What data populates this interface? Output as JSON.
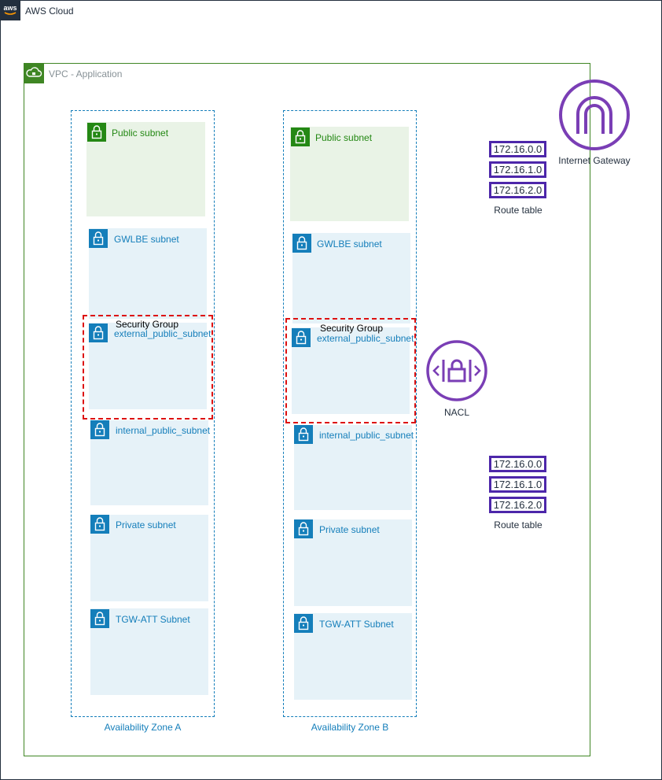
{
  "cloud": {
    "title": "AWS Cloud",
    "logo_text": "aws"
  },
  "vpc": {
    "title": "VPC - Application"
  },
  "zones": [
    {
      "label": "Availability Zone A",
      "subnets": [
        {
          "label": "Public subnet"
        },
        {
          "label": "GWLBE subnet"
        },
        {
          "label": "external_public_subnet"
        },
        {
          "label": "internal_public_subnet"
        },
        {
          "label": "Private subnet"
        },
        {
          "label": "TGW-ATT Subnet"
        }
      ],
      "security_group": "Security Group"
    },
    {
      "label": "Availability Zone B",
      "subnets": [
        {
          "label": "Public subnet"
        },
        {
          "label": "GWLBE subnet"
        },
        {
          "label": "external_public_subnet"
        },
        {
          "label": "internal_public_subnet"
        },
        {
          "label": "Private subnet"
        },
        {
          "label": "TGW-ATT Subnet"
        }
      ],
      "security_group": "Security Group"
    }
  ],
  "internet_gateway": {
    "label": "Internet Gateway",
    "icon": "internet-gateway-icon"
  },
  "nacl": {
    "label": "NACL",
    "icon": "nacl-icon"
  },
  "route_tables": [
    {
      "caption": "Route table",
      "entries": [
        "172.16.0.0",
        "172.16.1.0",
        "172.16.2.0"
      ]
    },
    {
      "caption": "Route table",
      "entries": [
        "172.16.0.0",
        "172.16.1.0",
        "172.16.2.0"
      ]
    }
  ],
  "colors": {
    "cloud_border": "#232f3e",
    "vpc_border": "#3f8624",
    "public_subnet": "#248814",
    "private_subnet": "#147eba",
    "security_group": "#dd1111",
    "purple": "#4d27aa",
    "nacl_purple": "#7a3eb5"
  }
}
